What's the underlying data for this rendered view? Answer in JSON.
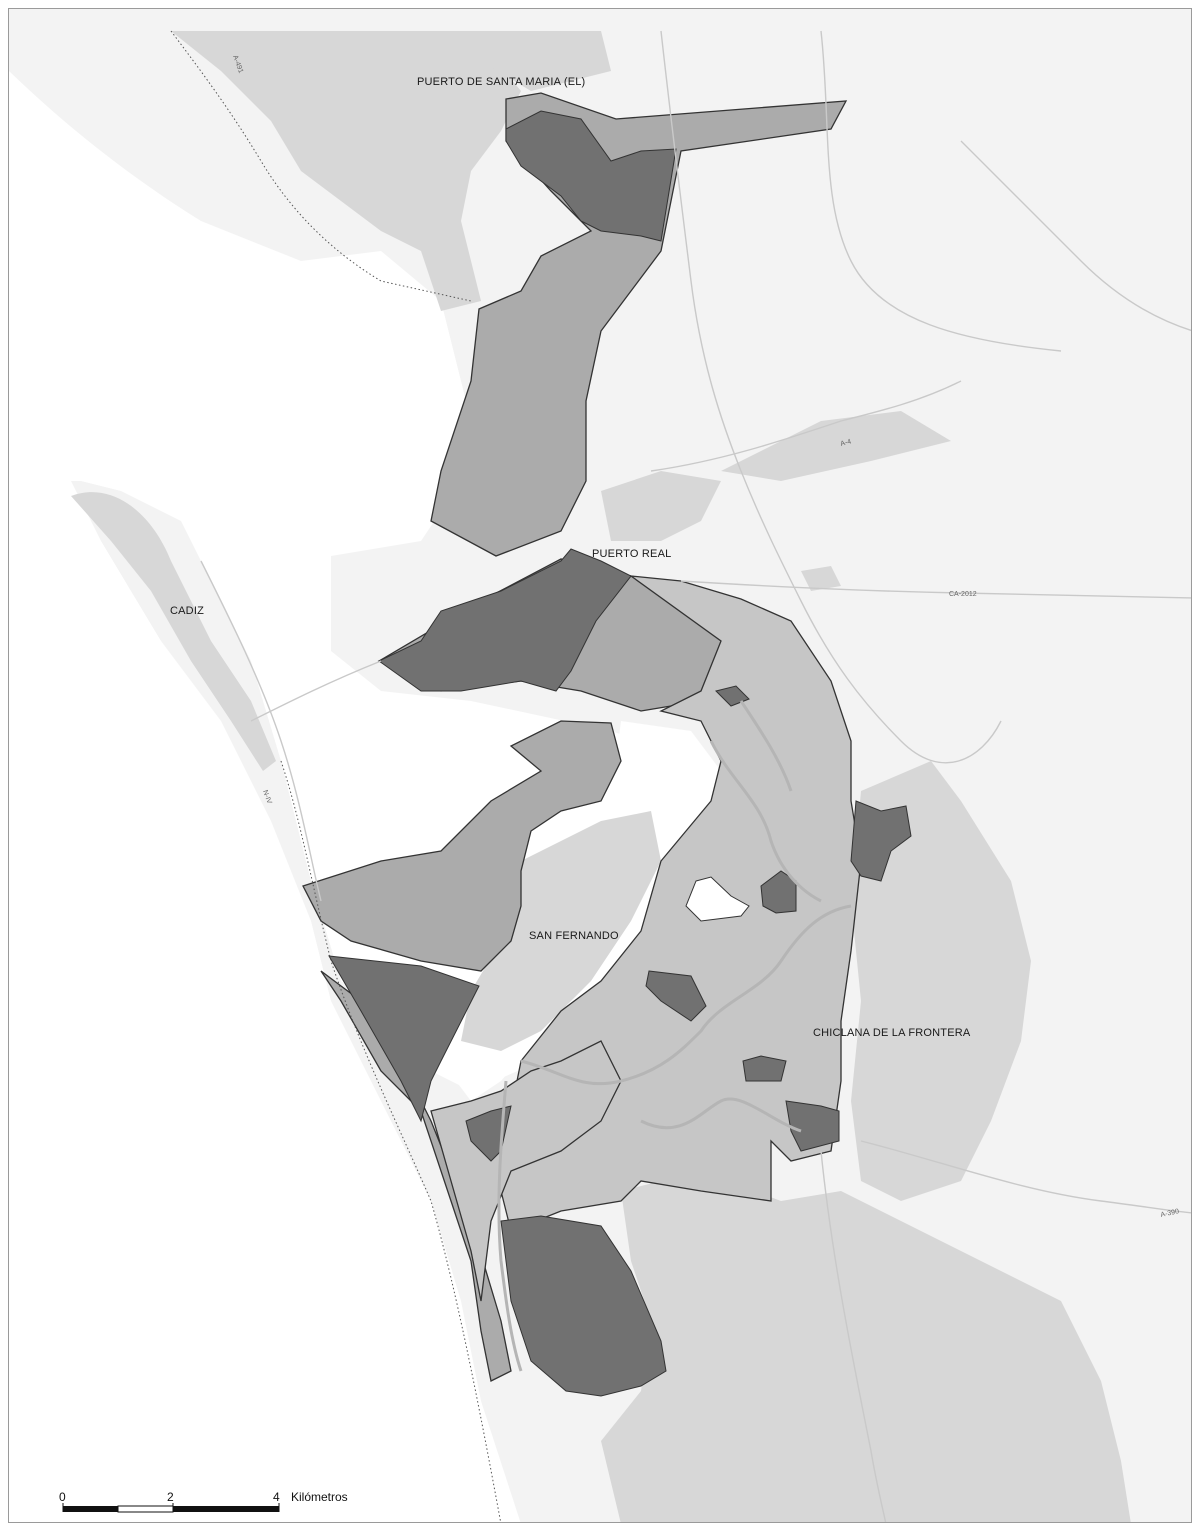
{
  "places": {
    "puerto_santa_maria": "PUERTO DE SANTA MARIA (EL)",
    "puerto_real": "PUERTO REAL",
    "cadiz": "CADIZ",
    "san_fernando": "SAN FERNANDO",
    "chiclana": "CHICLANA DE LA FRONTERA"
  },
  "roads": {
    "a491": "A-491",
    "a4": "A-4",
    "ca2012": "CA-2012",
    "n4": "N-IV",
    "a390": "A-390"
  },
  "scale_bar": {
    "tick_0": "0",
    "tick_2": "2",
    "tick_4": "4",
    "unit": "Kilómetros"
  },
  "colors": {
    "background": "#f3f3f3",
    "water": "#ffffff",
    "urban": "#d7d7d7",
    "zone_light": "#c6c6c6",
    "zone_medium": "#ababab",
    "zone_dark": "#717171",
    "outline": "#333333"
  }
}
